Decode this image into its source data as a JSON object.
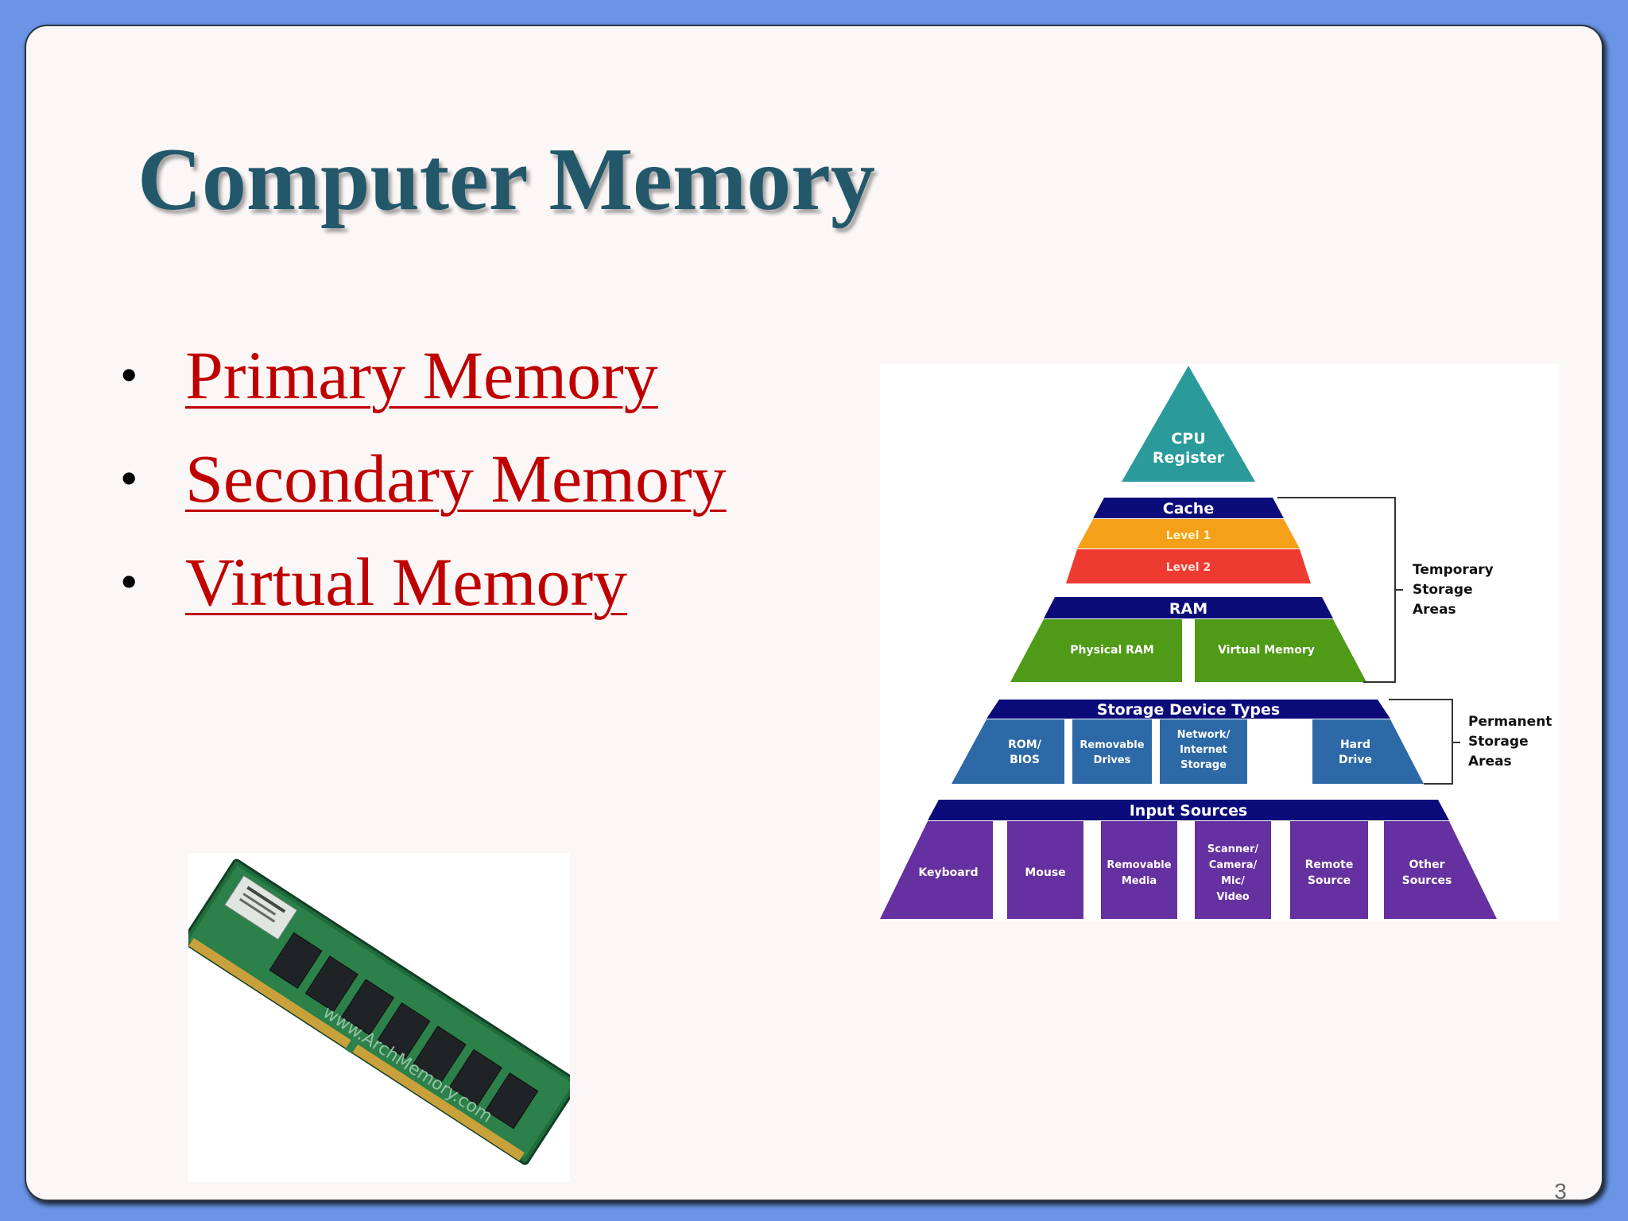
{
  "slide": {
    "title": "Computer Memory",
    "bullets": [
      "Primary Memory",
      "Secondary Memory",
      "Virtual Memory"
    ],
    "bullet_glyph": "•",
    "page_number": "3"
  },
  "ram_image": {
    "watermark": "www.ArchMemory.com"
  },
  "pyramid": {
    "apex": [
      "CPU",
      "Register"
    ],
    "cache": {
      "header": "Cache",
      "level1": "Level 1",
      "level2": "Level 2"
    },
    "ram": {
      "header": "RAM",
      "left": "Physical RAM",
      "right": "Virtual Memory"
    },
    "storage": {
      "header": "Storage Device Types",
      "cells": [
        [
          "ROM/",
          "BIOS"
        ],
        [
          "Removable",
          "Drives"
        ],
        [
          "Network/",
          "Internet",
          "Storage"
        ],
        [
          "Hard",
          "Drive"
        ]
      ]
    },
    "input": {
      "header": "Input Sources",
      "cells": [
        [
          "Keyboard"
        ],
        [
          "Mouse"
        ],
        [
          "Removable",
          "Media"
        ],
        [
          "Scanner/",
          "Camera/",
          "Mic/",
          "Video"
        ],
        [
          "Remote",
          "Source"
        ],
        [
          "Other",
          "Sources"
        ]
      ]
    },
    "temporary_label": [
      "Temporary",
      "Storage",
      "Areas"
    ],
    "permanent_label": [
      "Permanent",
      "Storage",
      "Areas"
    ],
    "colors": {
      "apex": "#2a9a9a",
      "header": "#0b0b7a",
      "level1": "#f5a019",
      "level2": "#ee3b32",
      "ram": "#4f9a16",
      "storage": "#2d69a6",
      "input": "#6530a0"
    }
  }
}
